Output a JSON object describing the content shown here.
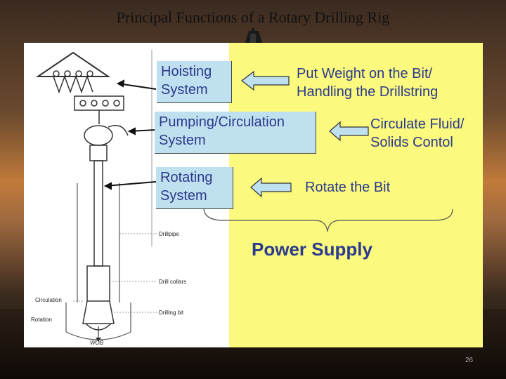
{
  "title": "Principal Functions of a Rotary Drilling Rig",
  "systems": [
    {
      "name": "Hoisting System",
      "lines": [
        "Hoisting",
        "System"
      ],
      "function_lines": [
        "Put Weight on the Bit/",
        "Handling the Drillstring"
      ]
    },
    {
      "name": "Pumping/Circulation System",
      "lines": [
        "Pumping/Circulation",
        "System"
      ],
      "function_lines": [
        "Circulate Fluid/",
        "Solids Contol"
      ]
    },
    {
      "name": "Rotating System",
      "lines": [
        "Rotating",
        "System"
      ],
      "function_lines": [
        "Rotate the Bit"
      ]
    }
  ],
  "power_supply": "Power Supply",
  "diagram_labels": {
    "drillpipe": "Drillpipe",
    "drill_collars": "Drill collars",
    "circulation": "Circulation",
    "drilling_bit": "Drilling bit",
    "rotation": "Rotation",
    "wob": "WOB"
  },
  "slide_number": "26",
  "colors": {
    "panel": "#fbfa7e",
    "box": "#bfe0ee",
    "text": "#2b3a8c"
  }
}
